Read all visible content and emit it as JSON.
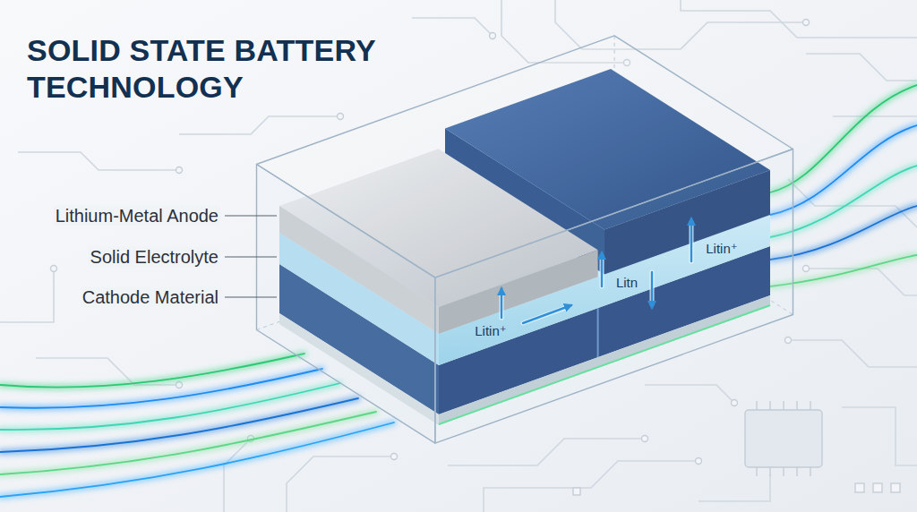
{
  "diagram": {
    "title": "SOLID STATE BATTERY TECHNOLOGY",
    "labels": [
      "Lithium-Metal Anode",
      "Solid Electrolyte",
      "Cathode Material",
      "Litin⁺",
      "Litn",
      "Litin⁺"
    ]
  }
}
